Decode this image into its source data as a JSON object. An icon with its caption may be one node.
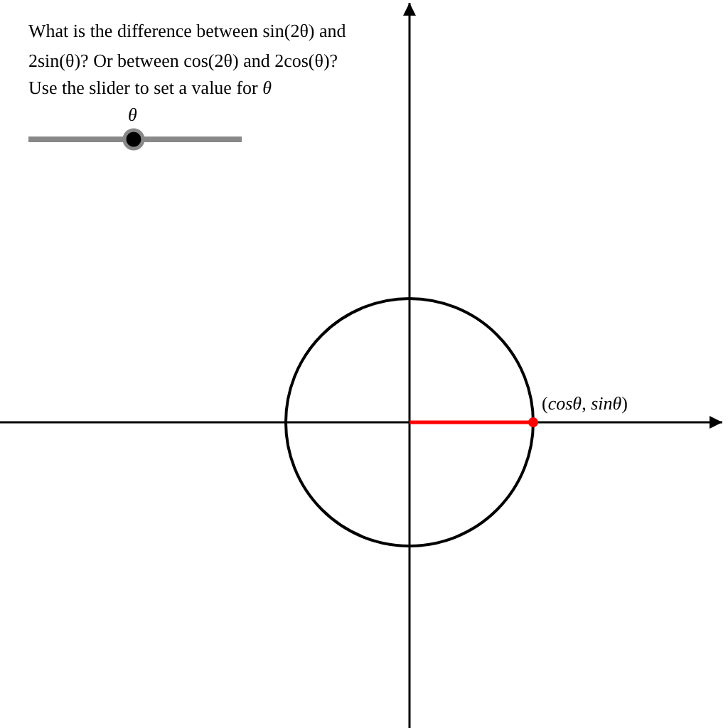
{
  "diagram": {
    "nodes": [
      {
        "text": [],
        "shape": "circle",
        "beside": [
          "(*cosθ*, *sinθ*)"
        ]
      }
    ],
    "labels": [
      "What is the difference between sin(2θ) and 2sin(θ)? Or between cos(2θ) and 2cos(θ)?",
      "Use the slider to set a value for *θ*",
      "θ"
    ]
  }
}
